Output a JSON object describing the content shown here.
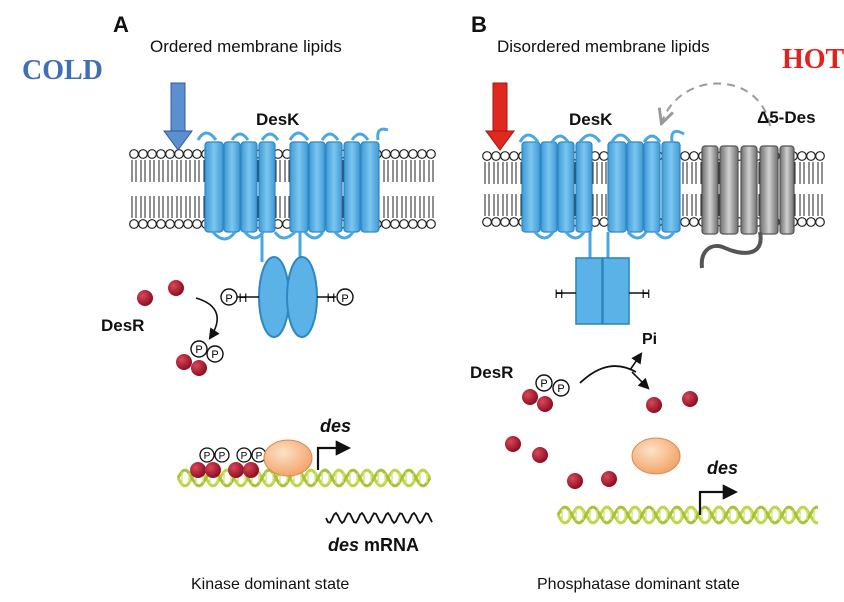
{
  "panel_a": {
    "letter": "A",
    "subtitle": "Ordered membrane lipids",
    "temperature": "COLD",
    "protein": "DesK",
    "regulator": "DesR",
    "gene": "des",
    "mrna_gene": "des",
    "mrna_suffix": "mRNA",
    "footer": "Kinase dominant state"
  },
  "panel_b": {
    "letter": "B",
    "subtitle": "Disordered membrane lipids",
    "temperature": "HOT",
    "protein": "DesK",
    "desaturase": "Δ5-Des",
    "regulator": "DesR",
    "phosphate_product": "Pi",
    "gene": "des",
    "footer": "Phosphatase dominant state"
  },
  "labels": {
    "phospho": "P",
    "histidine": "H"
  },
  "colors": {
    "cold_arrow": "#5b8fd0",
    "hot_arrow": "#e0281f",
    "desk": "#5ab2e6",
    "desaturase": "#9a9a9a",
    "desr": "#b0172c",
    "rna_polymerase": "#f5b27e",
    "dna": "#bcd646"
  }
}
